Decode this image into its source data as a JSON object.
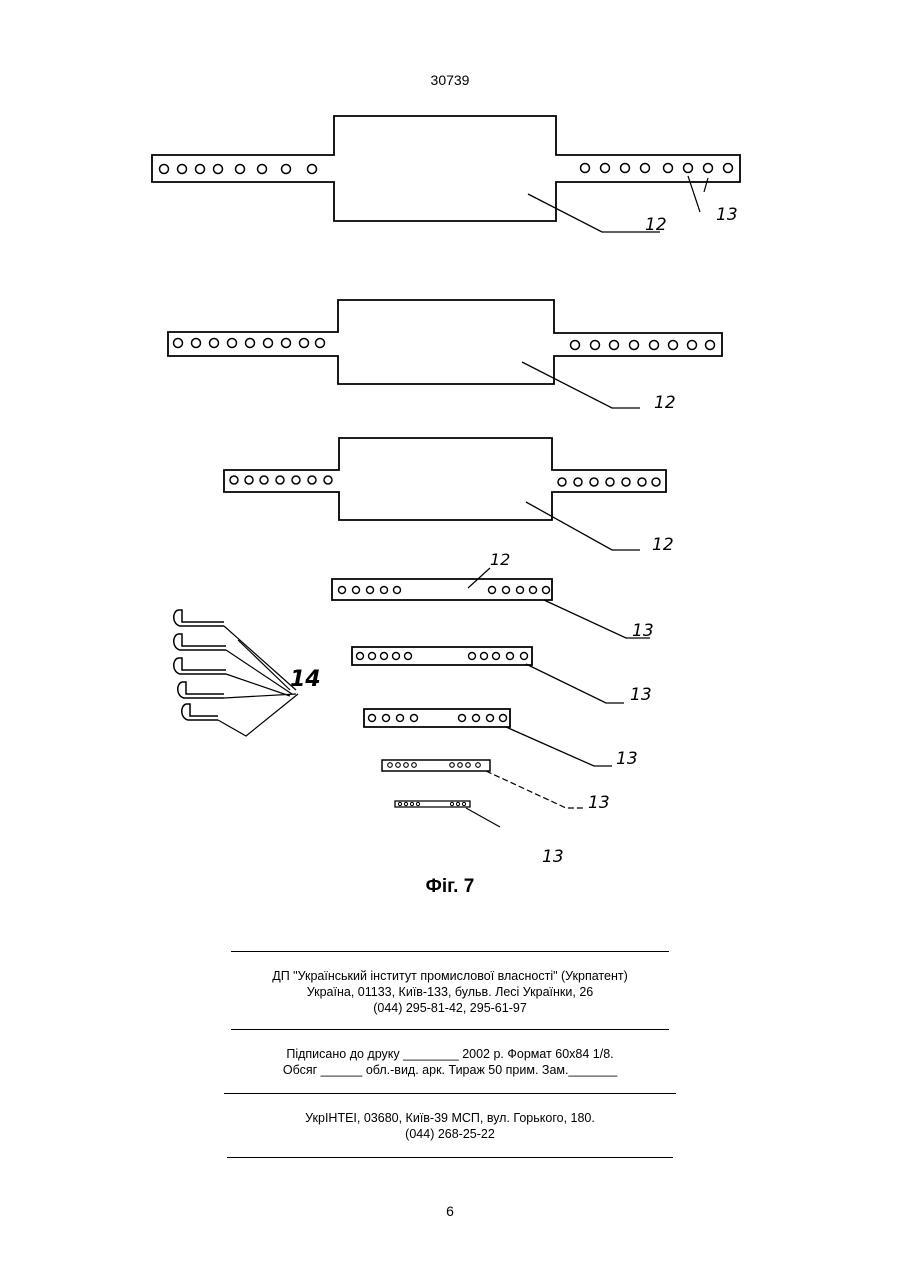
{
  "header": {
    "patent_number": "30739"
  },
  "figure": {
    "caption": "Фіг. 7",
    "reference_labels": {
      "part_12": "12",
      "part_13": "13",
      "part_14": "14"
    }
  },
  "imprint": {
    "publisher_line1": "ДП \"Український інститут промислової власності\" (Укрпатент)",
    "publisher_line2": "Україна, 01133, Київ-133, бульв. Лесі Українки, 26",
    "publisher_line3": "(044) 295-81-42, 295-61-97",
    "print_line1": "Підписано до друку ________ 2002 р.    Формат 60х84 1/8.",
    "print_line2": "Обсяг ______ обл.-вид. арк.   Тираж 50 прим.    Зам._______",
    "printer_line1": "УкрІНТЕІ, 03680, Київ-39 МСП, вул. Горького, 180.",
    "printer_line2": "(044) 268-25-22"
  },
  "footer": {
    "page_number": "6"
  }
}
